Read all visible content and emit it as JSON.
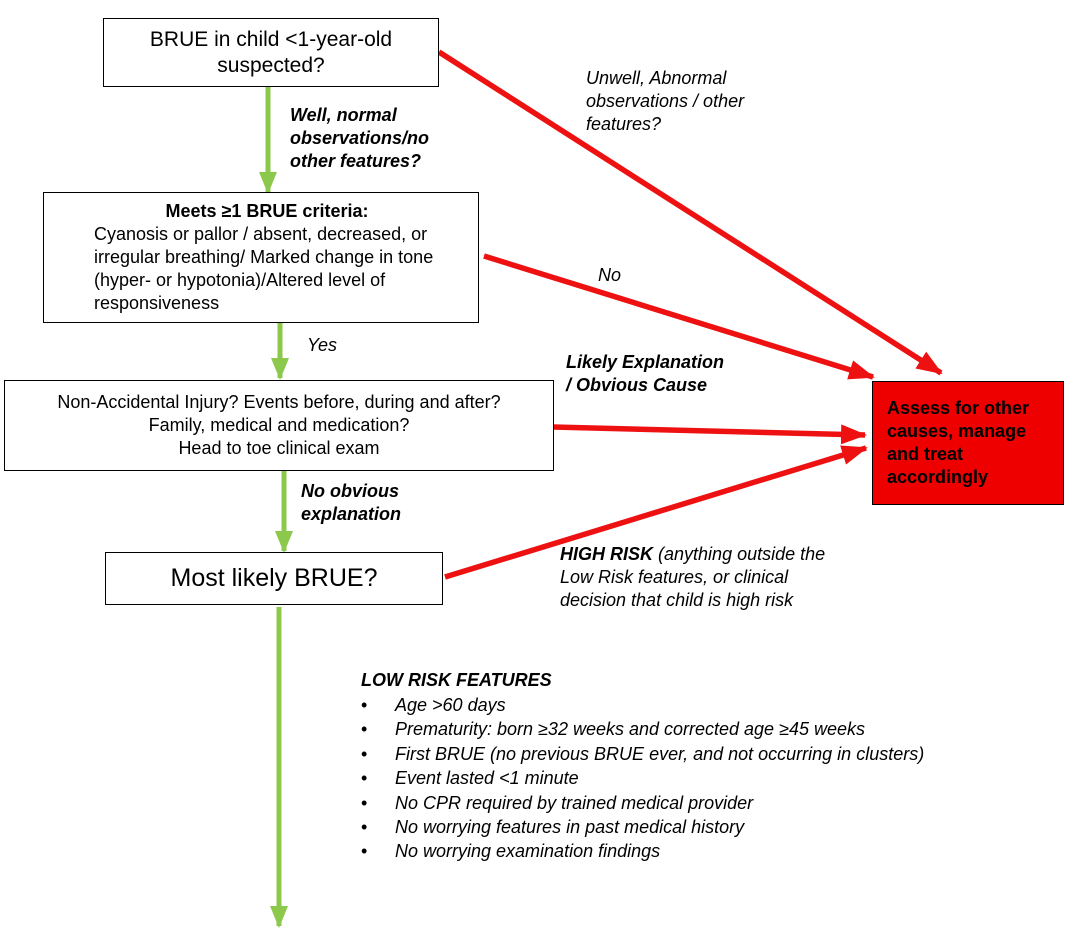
{
  "colors": {
    "yes_arrow": "#8cc84b",
    "no_arrow": "#ee1111",
    "outcome_box": "#ee0000"
  },
  "nodes": {
    "start": "BRUE in child <1-year-old suspected?",
    "criteria": {
      "title": "Meets ≥1 BRUE criteria:",
      "body": "Cyanosis or pallor / absent, decreased, or irregular breathing/ Marked change in tone (hyper- or hypotonia)/Altered level of responsiveness"
    },
    "assess": {
      "line1": "Non-Accidental Injury? Events before, during and after?",
      "line2": "Family, medical and medication?",
      "line3": "Head to toe clinical exam"
    },
    "likely": "Most likely BRUE?",
    "outcome": "Assess for other causes, manage and treat accordingly"
  },
  "edge_labels": {
    "well": "Well, normal observations/no other features?",
    "unwell": "Unwell, Abnormal observations / other features?",
    "no": "No",
    "yes": "Yes",
    "likely_explanation": "Likely Explanation / Obvious Cause",
    "no_obvious": "No obvious explanation",
    "high_risk_lead": "HIGH RISK",
    "high_risk_rest": "(anything outside the Low Risk features, or clinical decision that child is high risk"
  },
  "low_risk": {
    "title": "LOW RISK FEATURES",
    "items": [
      "Age >60 days",
      "Prematurity: born ≥32 weeks and corrected age ≥45 weeks",
      "First BRUE (no previous BRUE ever, and not occurring in clusters)",
      "Event lasted <1 minute",
      "No CPR required by trained medical provider",
      "No worrying features in past medical history",
      "No worrying examination findings"
    ]
  }
}
